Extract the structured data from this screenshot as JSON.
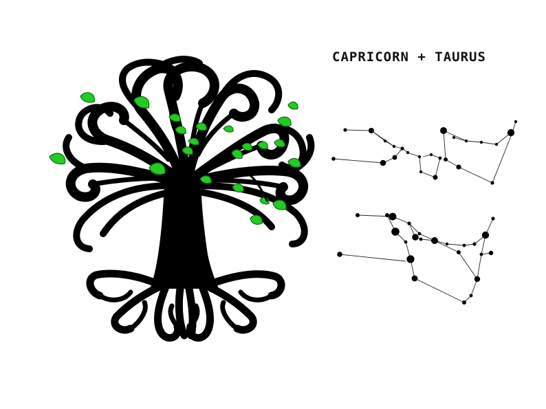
{
  "title": "CAPRICORN + TAURUS",
  "colors": {
    "background": "#ffffff",
    "ink": "#000000",
    "leaf": "#22cc22",
    "leaf_vein": "#0b6b0b"
  },
  "illustration": {
    "tree": "tree-of-life-icon",
    "constellations": [
      "capricorn-constellation",
      "taurus-constellation"
    ]
  }
}
